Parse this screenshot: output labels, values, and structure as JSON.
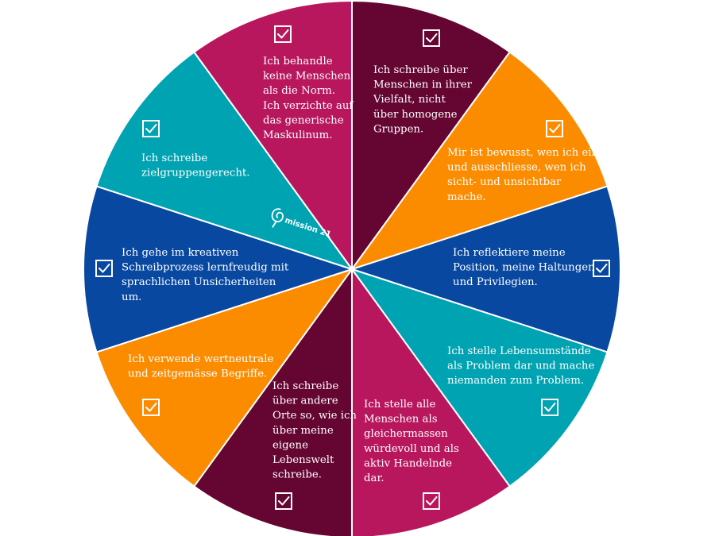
{
  "colors": {
    "magenta": "#b8175e",
    "burgundy": "#650532",
    "orange": "#fb8c00",
    "blue": "#0848a0",
    "teal": "#00a3b2",
    "white": "#ffffff"
  },
  "logo": {
    "text": "mission 21",
    "icon": "mission21-logo-icon"
  },
  "segments": [
    {
      "id": "burgundy-top-right",
      "color": "burgundy",
      "checked": true,
      "lines": [
        "Ich schreibe über",
        "Menschen in ihrer",
        "Vielfalt, nicht",
        "über homogene",
        "Gruppen."
      ]
    },
    {
      "id": "orange-right",
      "color": "orange",
      "checked": true,
      "lines": [
        "Mir ist bewusst, wen ich ein-",
        "und ausschliesse, wen ich",
        "sicht- und unsichtbar",
        "mache."
      ]
    },
    {
      "id": "blue-right",
      "color": "blue",
      "checked": true,
      "lines": [
        "Ich reflektiere meine",
        "Position, meine Haltungen",
        "und Privilegien."
      ]
    },
    {
      "id": "teal-right",
      "color": "teal",
      "checked": true,
      "lines": [
        "Ich stelle Lebensumstände",
        "als Problem dar und mache",
        "niemanden zum Problem."
      ]
    },
    {
      "id": "magenta-bottom-right",
      "color": "magenta",
      "checked": true,
      "lines": [
        "Ich stelle alle",
        "Menschen als",
        "gleichermassen",
        "würdevoll und als",
        "aktiv Handelnde",
        "dar."
      ]
    },
    {
      "id": "burgundy-bottom-left",
      "color": "burgundy",
      "checked": true,
      "lines": [
        "Ich schreibe",
        "über andere",
        "Orte so, wie ich",
        "über meine",
        "eigene",
        "Lebenswelt",
        "schreibe."
      ]
    },
    {
      "id": "orange-left",
      "color": "orange",
      "checked": true,
      "lines": [
        "Ich verwende wertneutrale",
        "und zeitgemässe Begriffe."
      ]
    },
    {
      "id": "blue-left",
      "color": "blue",
      "checked": true,
      "lines": [
        "Ich gehe im kreativen",
        "Schreibprozess lernfreudig mit",
        "sprachlichen Unsicherheiten",
        "um."
      ]
    },
    {
      "id": "teal-left",
      "color": "teal",
      "checked": true,
      "lines": [
        "Ich schreibe",
        "zielgruppengerecht."
      ]
    },
    {
      "id": "magenta-top-left",
      "color": "magenta",
      "checked": true,
      "lines": [
        "Ich behandle",
        "keine Menschen",
        "als die Norm.",
        "Ich verzichte auf",
        "das generische",
        "Maskulinum."
      ]
    }
  ]
}
